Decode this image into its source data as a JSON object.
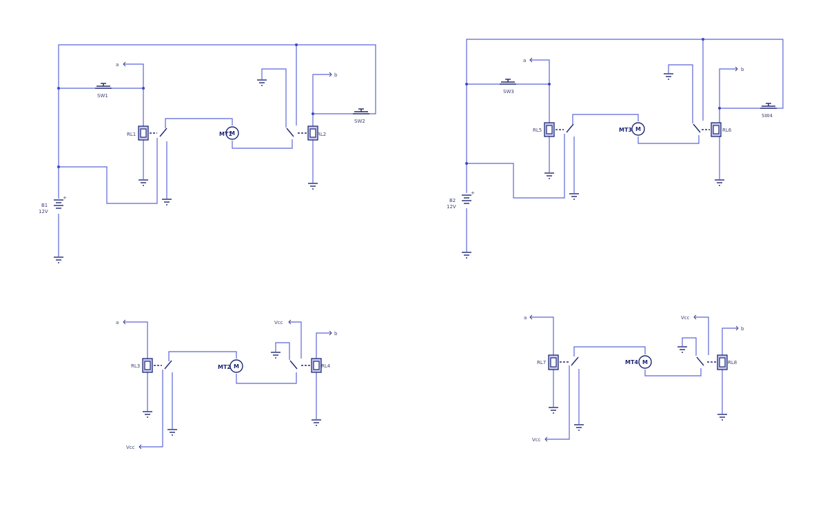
{
  "circuits": [
    {
      "id": "c1",
      "relays": [
        "RL1",
        "RL2"
      ],
      "motor": "MT1",
      "switches": [
        "SW1",
        "SW2"
      ],
      "battery": {
        "name": "B1",
        "voltage": "12V"
      },
      "ports": {
        "in": "a",
        "out": "b"
      }
    },
    {
      "id": "c2",
      "relays": [
        "RL5",
        "RL6"
      ],
      "motor": "MT3",
      "switches": [
        "SW3",
        "SW4"
      ],
      "battery": {
        "name": "B2",
        "voltage": "12V"
      },
      "ports": {
        "in": "a",
        "out": "b"
      }
    },
    {
      "id": "c3",
      "relays": [
        "RL3",
        "RL4"
      ],
      "motor": "MT2",
      "supply_labels": [
        "Vcc",
        "Vcc"
      ],
      "ports": {
        "in": "a",
        "out": "b"
      }
    },
    {
      "id": "c4",
      "relays": [
        "RL7",
        "RL8"
      ],
      "motor": "MT4",
      "supply_labels": [
        "Vcc",
        "Vcc"
      ],
      "ports": {
        "in": "a",
        "out": "b"
      }
    }
  ],
  "motor_symbol": "M",
  "colors": {
    "wire": "#5a63d6",
    "component": "#1d2572",
    "coil_fill": "#c9ccf2",
    "label": "#3b3f70"
  }
}
